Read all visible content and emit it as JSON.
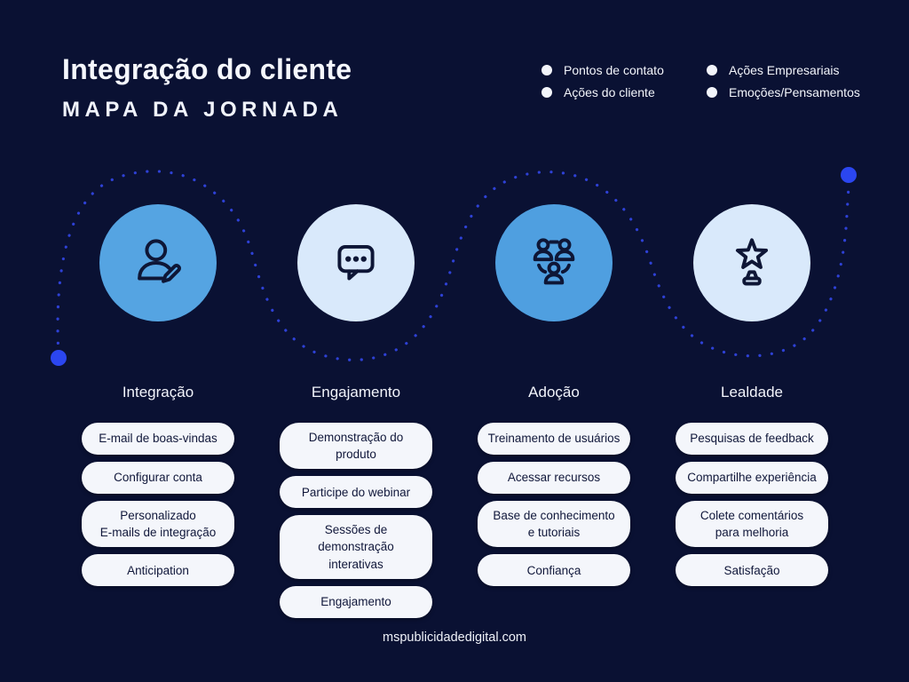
{
  "header": {
    "title": "Integração do cliente",
    "subtitle": "MAPA DA JORNADA"
  },
  "legend": {
    "columns": [
      [
        {
          "label": "Pontos de contato"
        },
        {
          "label": "Ações do cliente"
        }
      ],
      [
        {
          "label": "Ações Empresariais"
        },
        {
          "label": "Emoções/Pensamentos"
        }
      ]
    ]
  },
  "stages": [
    {
      "name": "Integração",
      "icon": "user-edit-icon",
      "circle_color": "#55a4e2",
      "items": [
        "E-mail de boas-vindas",
        "Configurar conta",
        "Personalizado\nE-mails de integração",
        "Anticipation"
      ]
    },
    {
      "name": "Engajamento",
      "icon": "chat-bubble-icon",
      "circle_color": "#d9e9fb",
      "items": [
        "Demonstração do produto",
        "Participe do webinar",
        "Sessões de demonstração\ninterativas",
        "Engajamento"
      ]
    },
    {
      "name": "Adoção",
      "icon": "user-group-icon",
      "circle_color": "#4f9fe0",
      "items": [
        "Treinamento de usuários",
        "Acessar recursos",
        "Base de conhecimento\ne tutoriais",
        "Confiança"
      ]
    },
    {
      "name": "Lealdade",
      "icon": "star-trophy-icon",
      "circle_color": "#d9e9fb",
      "items": [
        "Pesquisas de feedback",
        "Compartilhe experiência",
        "Colete comentários\npara melhoria",
        "Satisfação"
      ]
    }
  ],
  "colors": {
    "background": "#0a1133",
    "circle_medium_blue": "#55a4e2",
    "circle_light_blue": "#d9e9fb",
    "pill_background": "#f4f6fb",
    "pill_text": "#10173a",
    "path_dotted_blue": "#2e41d6",
    "path_endpoint_blue": "#2b46f0",
    "text_white": "#f5f7fd"
  },
  "footer": {
    "website": "mspublicidadedigital.com"
  }
}
